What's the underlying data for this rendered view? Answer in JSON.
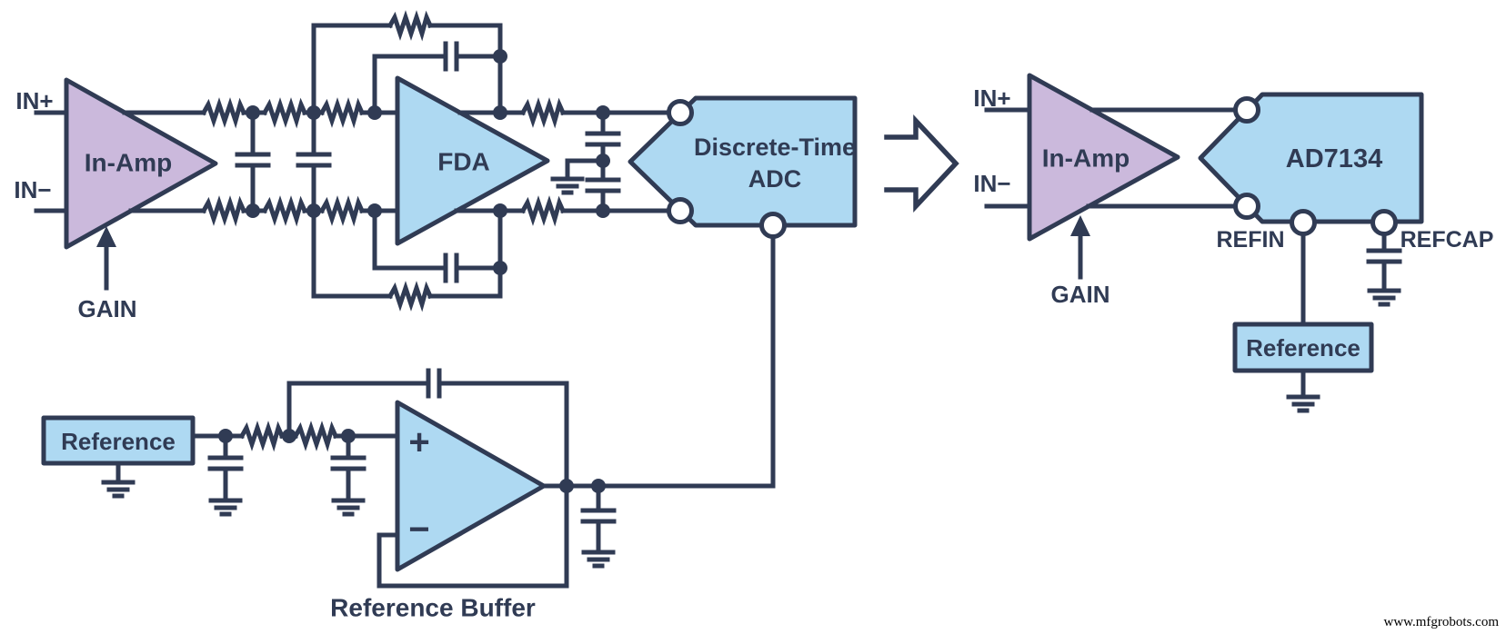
{
  "colors": {
    "background": "#ffffff",
    "stroke_navy": "#303b54",
    "block_blue": "#aed9f2",
    "block_purple": "#cbb9dc",
    "pin_fill": "#ffffff",
    "watermark": "#000000"
  },
  "left_chain": {
    "inputs": {
      "in_pos": "IN+",
      "in_neg": "IN−",
      "gain": "GAIN"
    },
    "in_amp_label": "In-Amp",
    "fda_label": "FDA",
    "adc_label_line1": "Discrete-Time",
    "adc_label_line2": "ADC",
    "reference_label": "Reference",
    "buffer_label": "Reference Buffer",
    "opamp_plus": "+",
    "opamp_minus": "−"
  },
  "right_chain": {
    "inputs": {
      "in_pos": "IN+",
      "in_neg": "IN−",
      "gain": "GAIN"
    },
    "in_amp_label": "In-Amp",
    "adc_label": "AD7134",
    "refin_label": "REFIN",
    "refcap_label": "REFCAP",
    "reference_label": "Reference"
  },
  "watermark": "www.mfgrobots.com"
}
